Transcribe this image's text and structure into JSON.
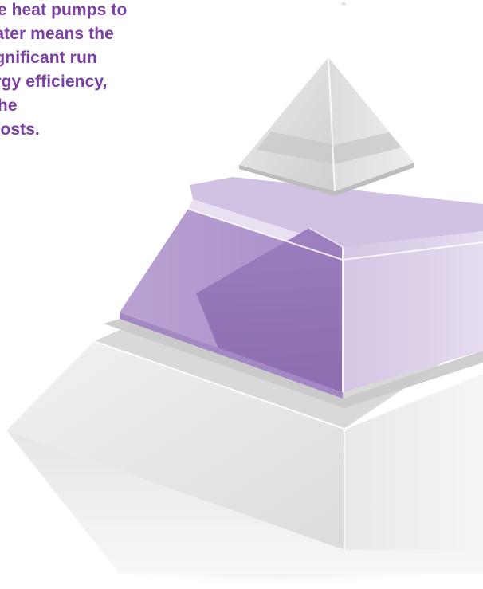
{
  "intro": {
    "lines": [
      "ewable heat pumps to",
      "hot water means the",
      "om significant run",
      "n energy efficiency,",
      "uard the",
      "ergy costs."
    ]
  },
  "graphic": {
    "name": "three-tier-pyramid-illustration",
    "colors": {
      "text_purple": "#7b3fa5",
      "middle_tier_purple": "#9d7cc0",
      "light_gray": "#ececec",
      "mid_gray": "#d2d2d2"
    }
  }
}
